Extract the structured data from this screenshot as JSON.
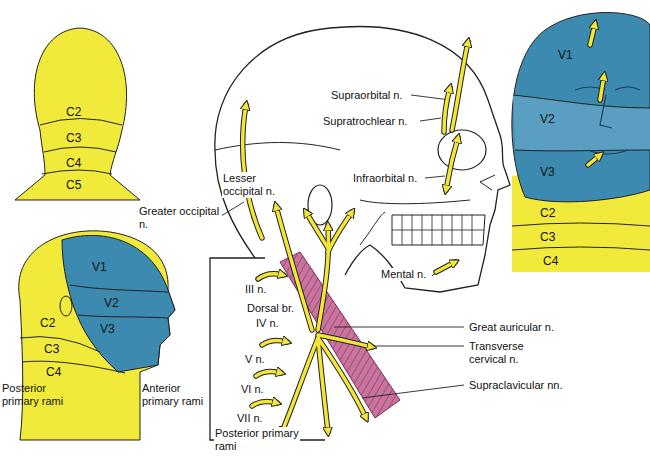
{
  "diagram": {
    "labels": [
      "C2",
      "C3",
      "C4",
      "C5",
      "Supraorbital n.",
      "Supratrochlear n.",
      "Infraorbital n.",
      "Lesser occipital n.",
      "Greater occipital n.",
      "Mental n.",
      "III n.",
      "Dorsal br.",
      "IV n.",
      "Great auricular n.",
      "Transverse cervical n.",
      "V n.",
      "Supraclavicular nn.",
      "VI n.",
      "VII n.",
      "Posterior primary rami",
      "V1",
      "V2",
      "V3",
      "C2",
      "C3",
      "C4",
      "V1",
      "V2",
      "C2",
      "V3",
      "C3",
      "C4",
      "Posterior primary rami",
      "Anterior primary rami"
    ]
  }
}
